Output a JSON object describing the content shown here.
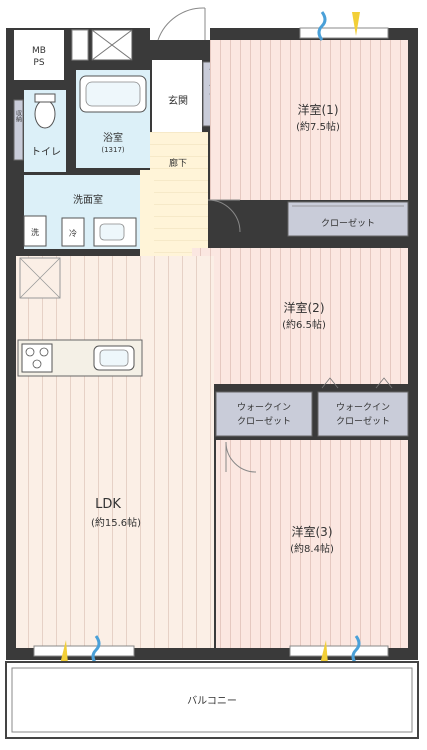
{
  "rooms": {
    "mbps": {
      "line1": "MB",
      "line2": "PS"
    },
    "genkan": "玄関",
    "shoeBox": "下足入",
    "western1": {
      "name": "洋室(1)",
      "size": "(約7.5帖)"
    },
    "closet1": "クローゼット",
    "toilet": "トイレ",
    "cabinet": "収納",
    "bath": {
      "name": "浴室",
      "size": "(1317)"
    },
    "hallway": "廊下",
    "washroom": "洗面室",
    "washer": "洗",
    "fridge": "冷",
    "western2": {
      "name": "洋室(2)",
      "size": "(約6.5帖)"
    },
    "storage": "収納",
    "wic1": {
      "line1": "ウォークイン",
      "line2": "クローゼット"
    },
    "wic2": {
      "line1": "ウォークイン",
      "line2": "クローゼット"
    },
    "ldk": {
      "name": "LDK",
      "size": "(約15.6帖)"
    },
    "western3": {
      "name": "洋室(3)",
      "size": "(約8.4帖)"
    },
    "balcony": "バルコニー"
  },
  "colors": {
    "wall": "#3a3a3a",
    "roomPink": "#fbe7e1",
    "floorLine": "#c9a9a0",
    "ldkFloor": "#fbefe6",
    "wet": "#dcefF8",
    "hallFloor": "#fff6dc",
    "closet": "#c9ccd9",
    "airBlue": "#4aa0d8",
    "airYellow": "#f2cf37"
  }
}
